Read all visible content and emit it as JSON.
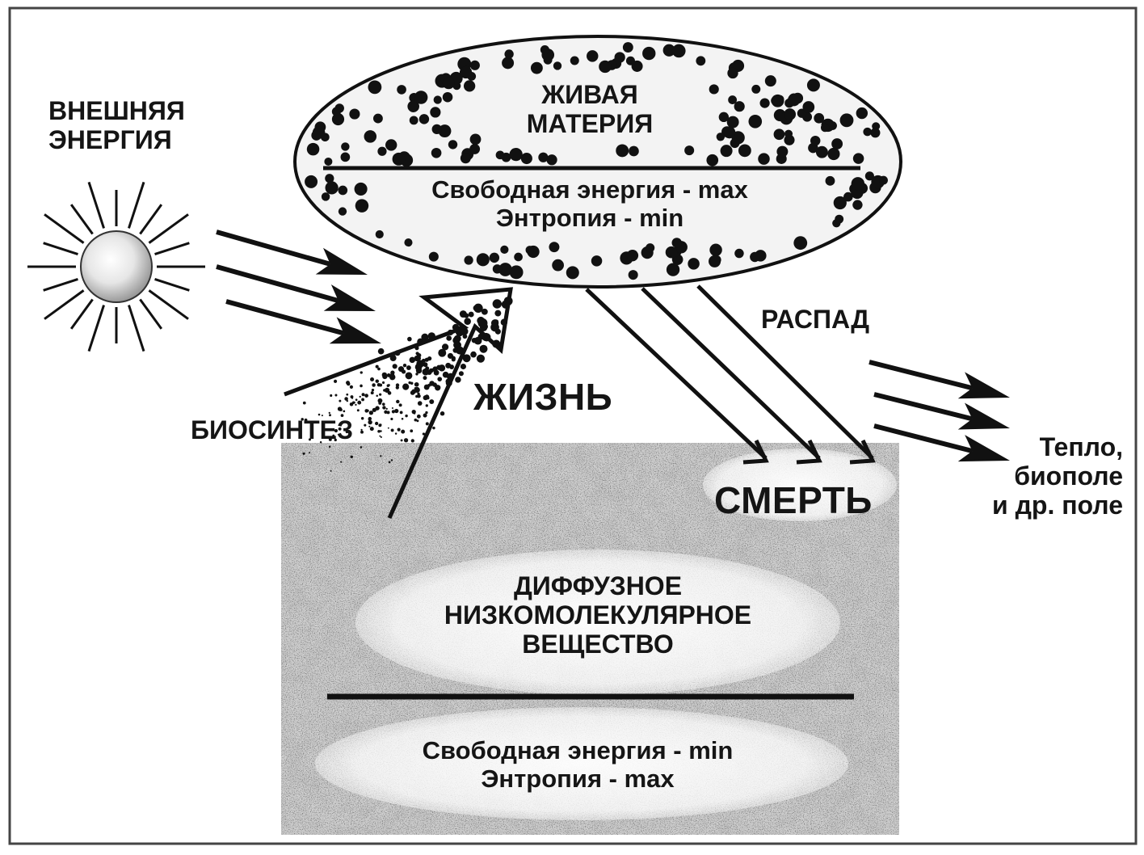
{
  "labels": {
    "external_energy": [
      "ВНЕШНЯЯ",
      "ЭНЕРГИЯ"
    ],
    "living_matter": [
      "ЖИВАЯ",
      "МАТЕРИЯ"
    ],
    "living_free_energy": "Свободная энергия - max",
    "living_entropy": "Энтропия - min",
    "decay": "РАСПАД",
    "life": "ЖИЗНЬ",
    "biosynthesis": "БИОСИНТЕЗ",
    "death": "СМЕРТЬ",
    "output": [
      "Тепло,",
      "биополе",
      "и др. поле"
    ],
    "diffuse_matter": [
      "ДИФФУЗНОЕ",
      "НИЗКОМОЛЕКУЛЯРНОЕ",
      "ВЕЩЕСТВО"
    ],
    "diffuse_free_energy": "Свободная энергия - min",
    "diffuse_entropy": "Энтропия - max"
  },
  "colors": {
    "ink": "#111111",
    "frame": "#444444",
    "oval_fill": "#f4f4f4",
    "box_texture": "#bdbdbd"
  },
  "icons": {
    "energy_source": "sun-icon"
  }
}
